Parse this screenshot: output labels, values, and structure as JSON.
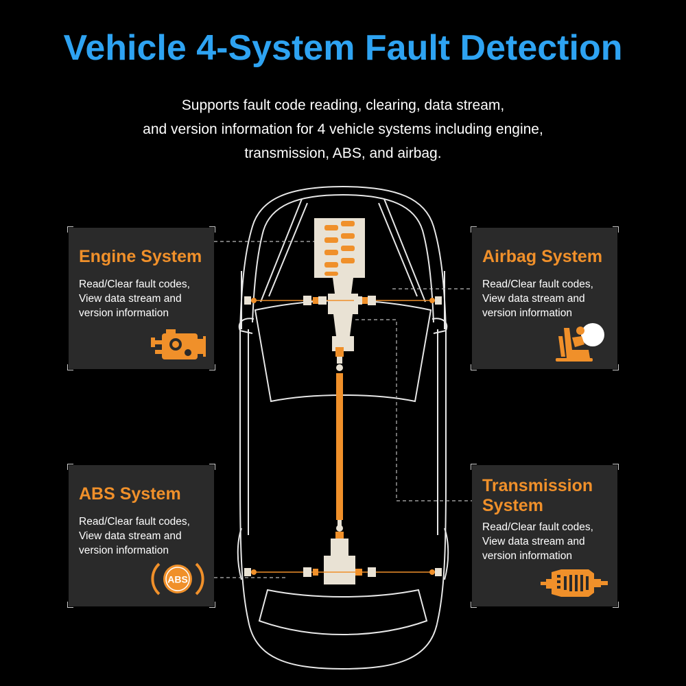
{
  "header": {
    "title": "Vehicle 4-System Fault Detection",
    "subtitle_lines": [
      "Supports fault code reading, clearing, data stream,",
      "and version information for 4 vehicle systems including engine,",
      "transmission, ABS, and airbag."
    ]
  },
  "colors": {
    "title_blue": "#2ea3f2",
    "accent_orange": "#f0902a",
    "card_bg": "#2a2a2a",
    "background": "#000000"
  },
  "cards": {
    "engine": {
      "title": "Engine System",
      "desc_lines": [
        "Read/Clear fault codes,",
        "View data stream and",
        "version information"
      ],
      "icon": "engine-icon"
    },
    "airbag": {
      "title": "Airbag System",
      "desc_lines": [
        "Read/Clear fault codes,",
        "View data stream and",
        "version information"
      ],
      "icon": "airbag-icon"
    },
    "abs": {
      "title": "ABS System",
      "desc_lines": [
        "Read/Clear fault codes,",
        "View data stream and",
        "version information"
      ],
      "icon": "abs-icon",
      "icon_label": "ABS"
    },
    "transmission": {
      "title_lines": [
        "Transmission",
        "System"
      ],
      "desc_lines": [
        "Read/Clear fault codes,",
        "View data stream and",
        "version information"
      ],
      "icon": "gearbox-icon"
    }
  }
}
